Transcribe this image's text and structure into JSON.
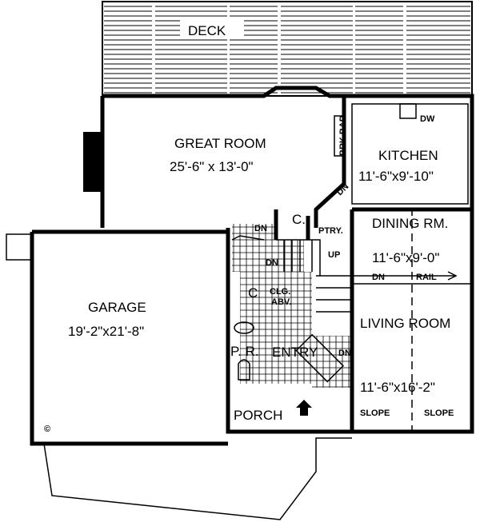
{
  "deck": {
    "label": "DECK"
  },
  "great_room": {
    "label": "GREAT ROOM",
    "size": "25'-6\" x 13'-0\""
  },
  "kitchen": {
    "label": "KITCHEN",
    "size": "11'-6\"x9'-10\"",
    "dw": "DW",
    "brk_bar": "BRK.BAR"
  },
  "dining": {
    "label": "DINING RM.",
    "size": "11'-6\"x9'-0\"",
    "rail": "RAIL",
    "dn": "DN"
  },
  "living": {
    "label": "LIVING ROOM",
    "size": "11'-6\"x16'-2\"",
    "slope_left": "SLOPE",
    "slope_right": "SLOPE"
  },
  "garage": {
    "label": "GARAGE",
    "size": "19'-2\"x21'-8\"",
    "copyright": "©"
  },
  "entry": {
    "label": "ENTRY",
    "dn": "DN",
    "clg": "CLG.",
    "abv": "ABV.",
    "closet": "C",
    "pr": "P. R."
  },
  "stairs": {
    "up": "UP",
    "dn1": "DN",
    "dn2": "DN",
    "dn_great": "DN",
    "closet": "C.",
    "pantry": "PTRY."
  },
  "porch": {
    "label": "PORCH"
  }
}
